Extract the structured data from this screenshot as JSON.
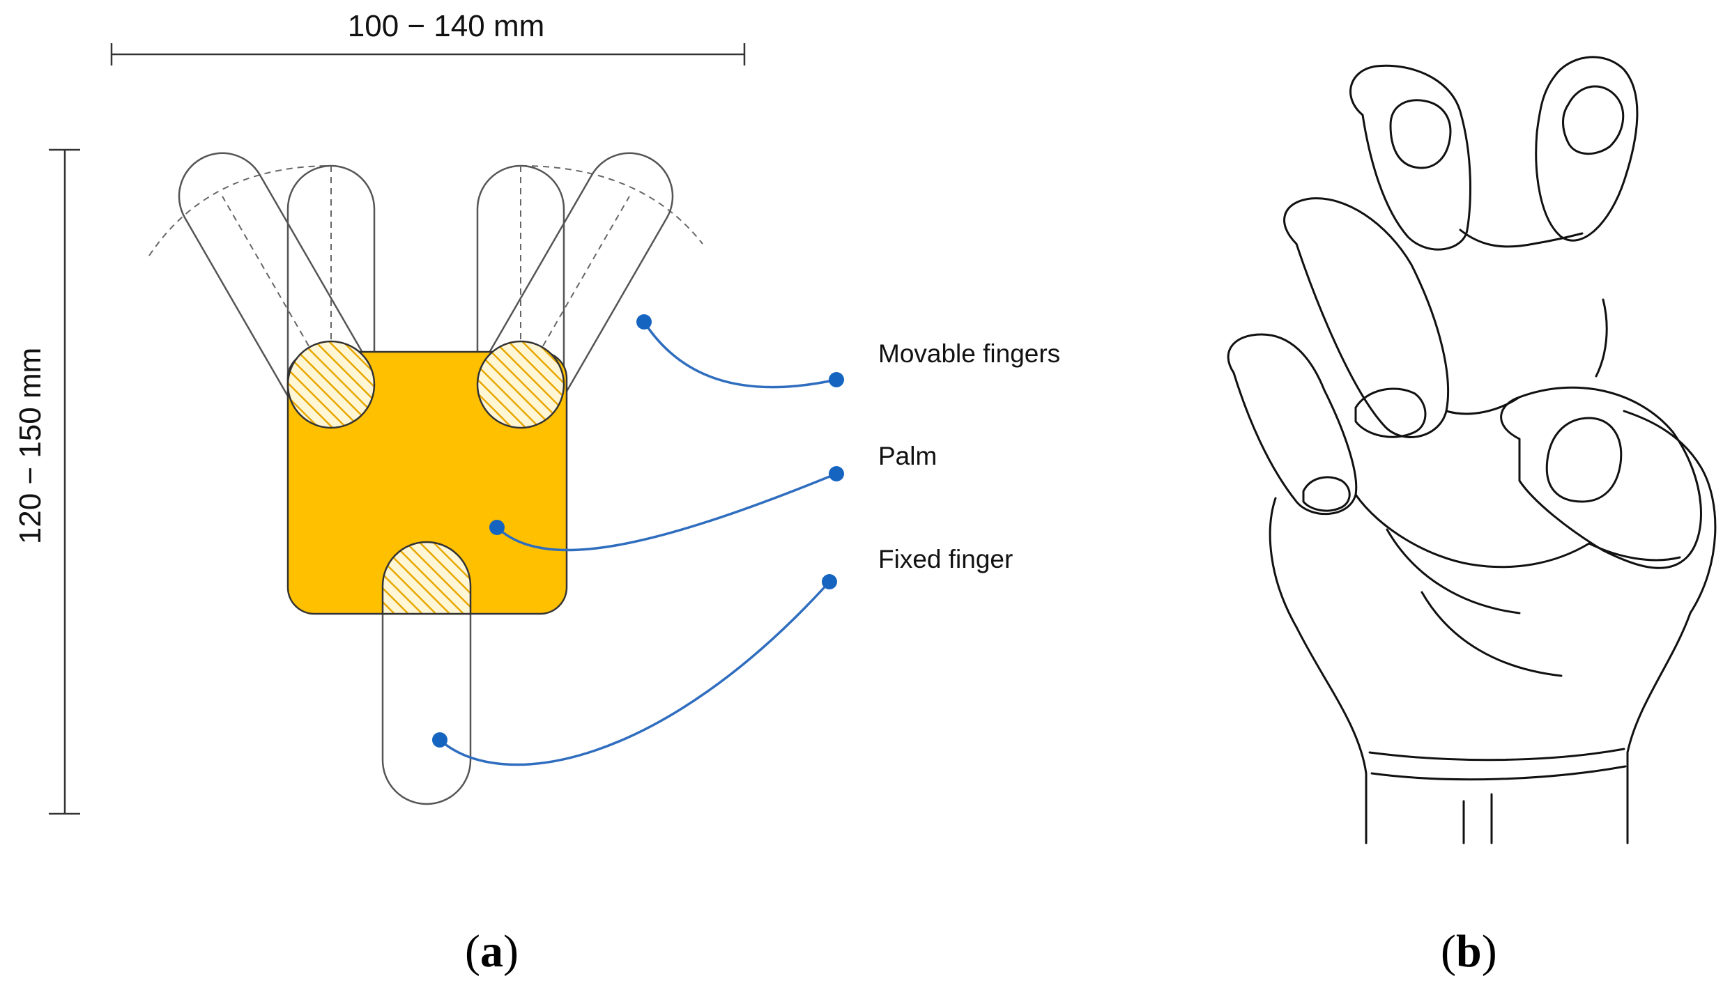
{
  "dimensions": {
    "width": "100 − 140 mm",
    "height": "120 − 150 mm"
  },
  "labels": {
    "movable_fingers": "Movable fingers",
    "palm": "Palm",
    "fixed_finger": "Fixed finger"
  },
  "panels": {
    "a": "a",
    "b": "b"
  },
  "colors": {
    "palm": "#FFC000",
    "hatch": "#E8A800",
    "leader": "#2F6DBF",
    "dot": "#1565C0",
    "outline": "#555555"
  }
}
